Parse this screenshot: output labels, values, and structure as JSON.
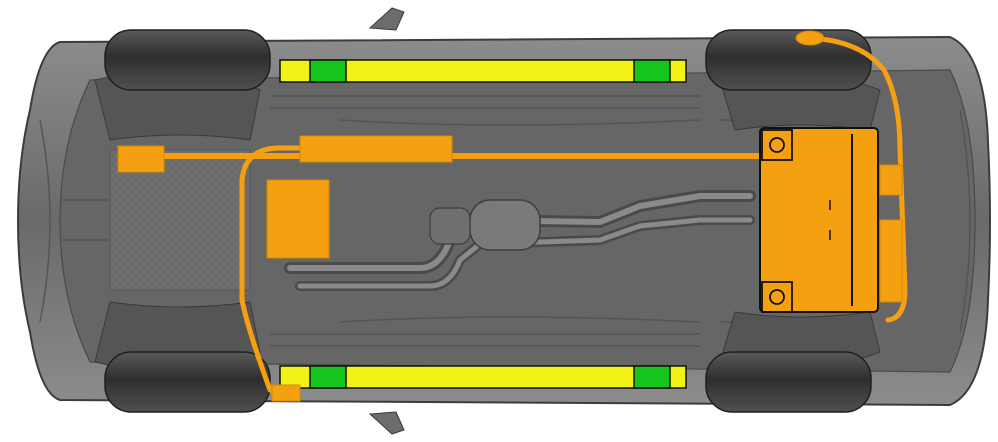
{
  "diagram": {
    "subject": "vehicle-underbody-layout",
    "labels": []
  },
  "colors": {
    "background": "#ffffff",
    "body_dark": "#4e4e4e",
    "body_mid": "#6e6e6e",
    "body_light": "#8a8a8a",
    "tire": "#3a3a3a",
    "tire_highlight": "#9a9a9a",
    "line_detail": "#5a5a5a",
    "highlight_orange": "#f5a011",
    "rail_yellow": "#f2f216",
    "mount_green": "#16c51c",
    "outline": "#111111"
  },
  "components": {
    "battery_pack": "battery-pack",
    "fuel_tank": "fuel-tank",
    "front_module": "front-module",
    "electronics_box": "electronics-box",
    "cable_run": "cable-run",
    "side_rails": "side-rails",
    "mount_points": "mount-points",
    "charging_port": "charging-port"
  }
}
